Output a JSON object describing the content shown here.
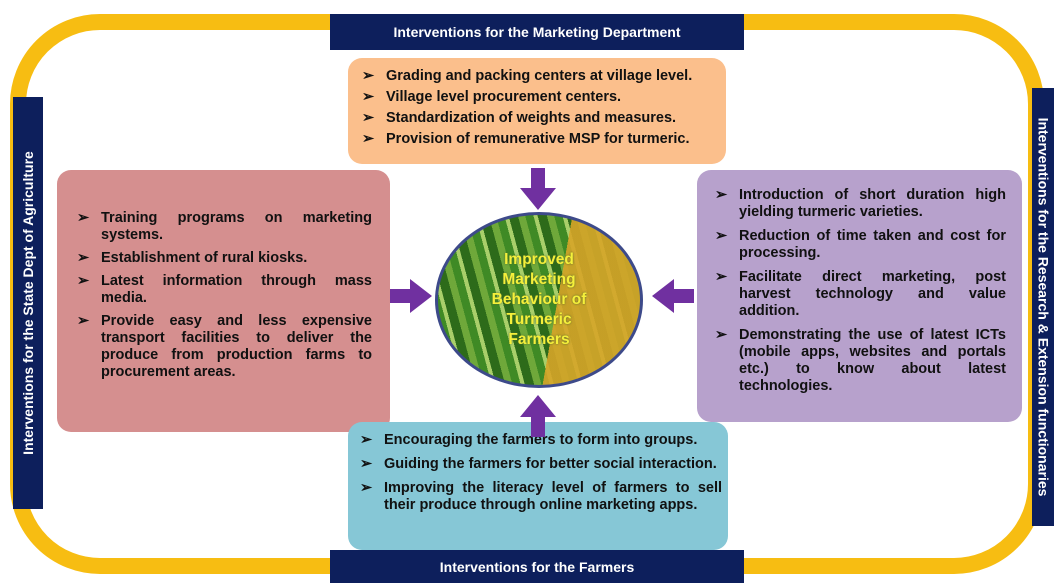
{
  "banners": {
    "top": "Interventions for the Marketing Department",
    "bottom": "Interventions for the Farmers",
    "left": "Interventions for the State Dept of Agriculture",
    "right": "Interventions for the Research & Extension functionaries"
  },
  "center_label": "Improved Marketing Behaviour of Turmeric Farmers",
  "bullet_glyph": "➢",
  "boxes": {
    "top": [
      "Grading and packing centers at village level.",
      "Village level procurement centers.",
      "Standardization of weights and measures.",
      "Provision of remunerative MSP for turmeric."
    ],
    "left": [
      "Training programs on marketing systems.",
      "Establishment of rural kiosks.",
      "Latest information through mass media.",
      "Provide easy and less expensive transport facilities to deliver the produce from production farms to procurement areas."
    ],
    "right": [
      "Introduction of short duration high yielding turmeric varieties.",
      "Reduction of time taken and cost for processing.",
      "Facilitate direct marketing, post harvest technology and value addition.",
      "Demonstrating the use of latest ICTs (mobile apps, websites and portals etc.) to know about latest technologies."
    ],
    "bottom": [
      "Encouraging the farmers to form into groups.",
      "Guiding the farmers for better social interaction.",
      "Improving the literacy level of farmers to sell their produce through online marketing apps."
    ]
  },
  "colors": {
    "frame": "#f7bd12",
    "banner": "#0d1f5c",
    "top_box": "#fbbf8c",
    "left_box": "#d58f8f",
    "right_box": "#b7a1cc",
    "bottom_box": "#86c7d6",
    "arrow": "#7030a0"
  }
}
